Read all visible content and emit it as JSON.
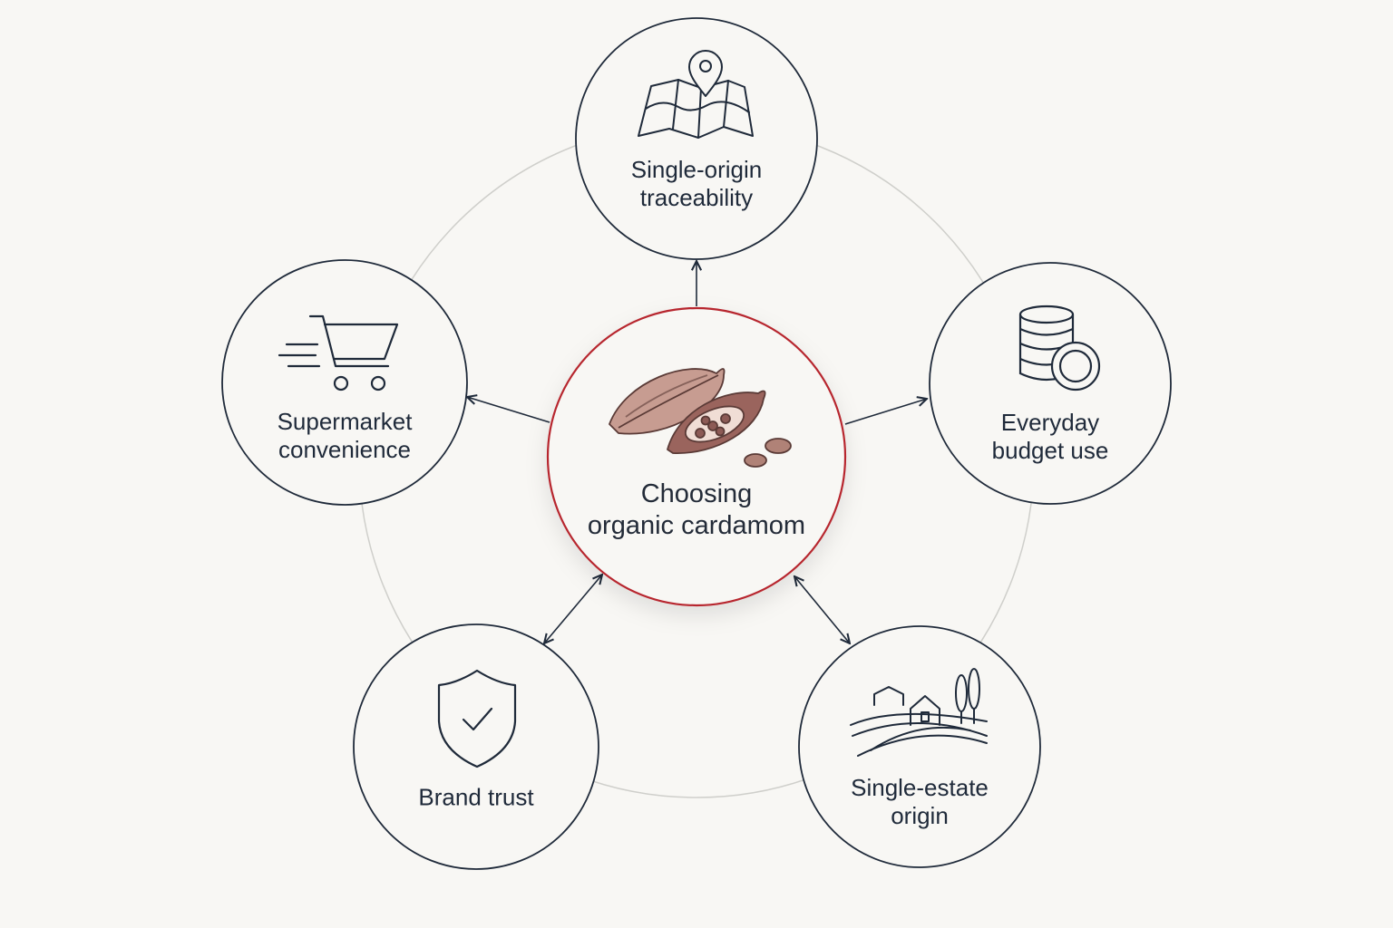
{
  "diagram": {
    "center": {
      "label": "Choosing\norganic cardamom",
      "icon": "cardamom-pods-icon",
      "border_color": "#b7262f"
    },
    "nodes": [
      {
        "id": "traceability",
        "label": "Single-origin\ntraceability",
        "icon": "map-pin-icon"
      },
      {
        "id": "budget",
        "label": "Everyday\nbudget use",
        "icon": "coin-stack-icon"
      },
      {
        "id": "estate",
        "label": "Single-estate\norigin",
        "icon": "farm-landscape-icon"
      },
      {
        "id": "trust",
        "label": "Brand trust",
        "icon": "shield-check-icon"
      },
      {
        "id": "supermarket",
        "label": "Supermarket\nconvenience",
        "icon": "shopping-cart-icon"
      }
    ],
    "colors": {
      "background": "#f8f7f4",
      "node_stroke": "#1f2a3a",
      "ring": "#c9c9c6",
      "accent": "#b7262f",
      "pod_fill": "#8c5a55"
    }
  }
}
